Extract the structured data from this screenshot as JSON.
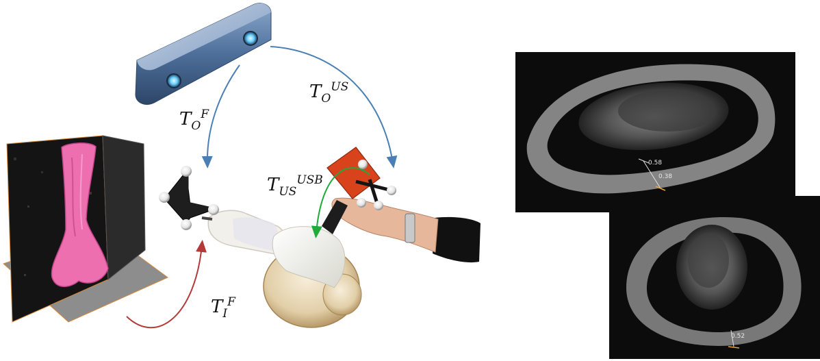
{
  "transforms": {
    "to_f": {
      "base": "T",
      "sub": "O",
      "sup": "F",
      "color": "#4a7fb5"
    },
    "to_us": {
      "base": "T",
      "sub": "O",
      "sup": "US",
      "color": "#4a7fb5"
    },
    "tus_usb": {
      "base": "T",
      "sub": "US",
      "sup": "USB",
      "color": "#1faa3a"
    },
    "ti_f": {
      "base": "T",
      "sub": "I",
      "sup": "F",
      "color": "#b43a3a"
    }
  },
  "ultrasound_top": {
    "measure_a": "0.58",
    "measure_b": "0.38"
  },
  "ultrasound_bottom": {
    "measure_a": "0.52"
  },
  "colors": {
    "bone_model": "#ee6fb0",
    "camera_body": "#4d6f9a",
    "probe": "#d9431c",
    "bone_specimen": "#e8dcc4",
    "ultrasound_bg": "#0c0c0c"
  }
}
